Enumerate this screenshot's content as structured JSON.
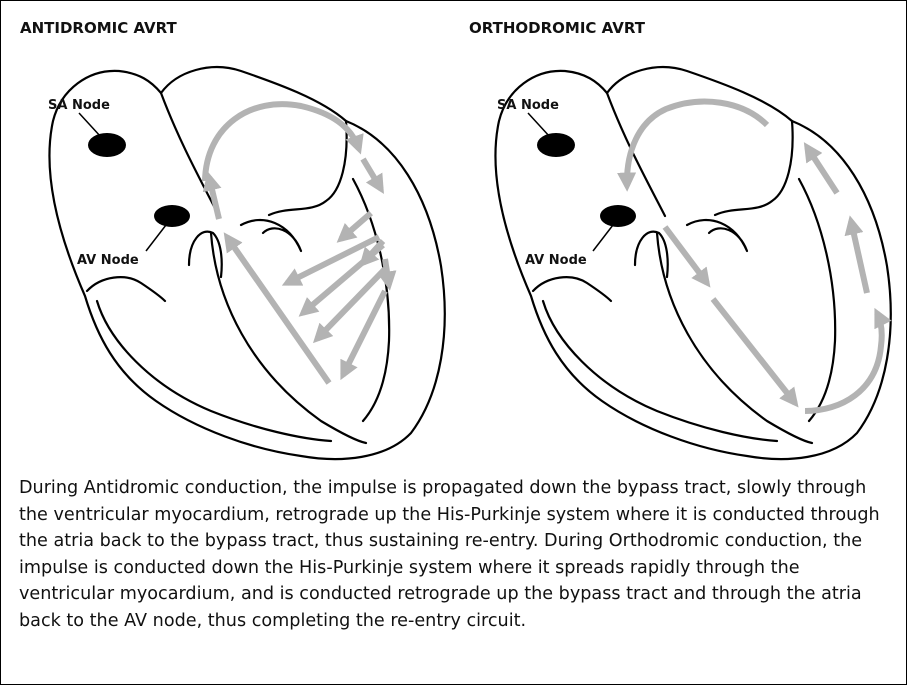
{
  "panels": [
    {
      "id": "antidromic",
      "title": "ANTIDROMIC AVRT",
      "sa_label": "SA Node",
      "av_label": "AV Node"
    },
    {
      "id": "orthodromic",
      "title": "ORTHODROMIC AVRT",
      "sa_label": "SA Node",
      "av_label": "AV Node"
    }
  ],
  "caption": "During Antidromic conduction, the impulse is propagated down the bypass tract, slowly through the ventricular myocardium, retrograde up the His-Purkinje system where it is conducted through the atria back to the bypass tract, thus sustaining re-entry. During Orthodromic conduction, the impulse is conducted down the His-Purkinje system where it spreads rapidly through the ventricular myocardium, and is conducted retrograde up the bypass tract and through the atria back to the AV node, thus completing the re-entry circuit.",
  "colors": {
    "arrow": "#b3b3b3",
    "outline": "#000000",
    "node": "#000000"
  }
}
